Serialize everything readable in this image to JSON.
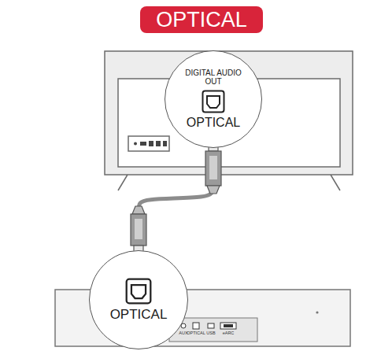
{
  "diagram": {
    "nodes": [
      {
        "text": [
          "OPTICAL"
        ]
      },
      {
        "text": [
          "DIGITAL AUDIO OUT",
          "OPTICAL"
        ]
      },
      {
        "text": [
          "OPTICAL"
        ]
      }
    ],
    "edges": [
      {
        "from": 1,
        "to": 2,
        "arrow": "none"
      }
    ],
    "labels": [
      "AUX",
      "OPTICAL",
      "USB",
      "eARC"
    ]
  }
}
